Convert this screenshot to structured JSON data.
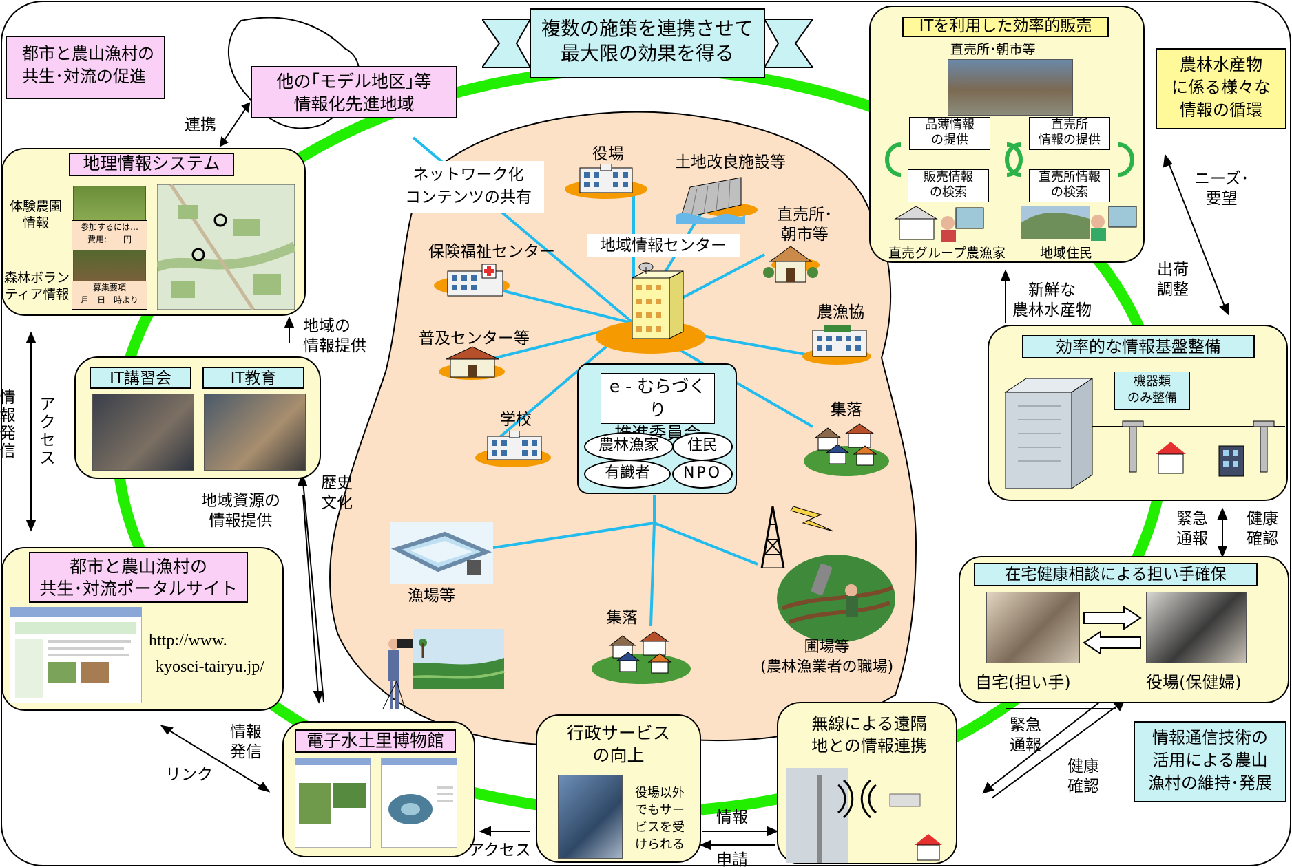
{
  "banner": [
    "複数の施策を連携させて",
    "最大限の効果を得る"
  ],
  "corner_boxes": {
    "top_left": [
      "都市と農山漁村の",
      "共生･対流の促進"
    ],
    "top_right": [
      "農林水産物",
      "に係る様々な",
      "情報の循環"
    ],
    "bottom_right": [
      "情報通信技術の",
      "活用による農山",
      "漁村の維持･発展"
    ]
  },
  "model_district": [
    "他の｢モデル地区｣等",
    "情報化先進地域"
  ],
  "renkei": "連携",
  "gis": {
    "title": "地理情報システム",
    "label1": [
      "体験農園",
      "情報"
    ],
    "label2": [
      "森林ボラン",
      "ティア情報"
    ],
    "note1": [
      "参加するには…",
      "費用:　　円"
    ],
    "note2": [
      "募集要項",
      "月　日　時より"
    ]
  },
  "regional_info": [
    "地域の",
    "情報提供"
  ],
  "it": {
    "kosyu": "IT講習会",
    "kyoiku": "IT教育"
  },
  "left_vertical": {
    "jouhou": "情報発信",
    "access": "アクセス"
  },
  "rekishi": [
    "歴史",
    "文化"
  ],
  "chiiki_shigen": [
    "地域資源の",
    "情報提供"
  ],
  "portal": {
    "title": [
      "都市と農山漁村の",
      "共生･対流ポータルサイト"
    ],
    "url": [
      "http://www.",
      "kyosei-tairyu.jp/"
    ]
  },
  "hakubutsukan": "電子水土里博物館",
  "link_labels": {
    "info": [
      "情報",
      "発信"
    ],
    "link": "リンク"
  },
  "gyosei": {
    "title": [
      "行政サービス",
      "の向上"
    ],
    "desc": [
      "役場以外",
      "でもサー",
      "ビスを受",
      "けられる"
    ]
  },
  "bottom_arrows": {
    "access": "アクセス",
    "info": "情報",
    "shinsei": "申請"
  },
  "musen": [
    "無線による遠隔",
    "地との情報連携"
  ],
  "kinkyu_bottom": [
    "緊急",
    "通報"
  ],
  "kenko_bottom": [
    "健康",
    "確認"
  ],
  "zaitaku": {
    "title": "在宅健康相談による担い手確保",
    "home": "自宅(担い手)",
    "office": "役場(保健婦)"
  },
  "kinkyu_right": [
    "緊急",
    "通報"
  ],
  "kenko_right": [
    "健康",
    "確認"
  ],
  "kiban": {
    "title": "効率的な情報基盤整備",
    "equip": [
      "機器類",
      "のみ整備"
    ]
  },
  "shinsen": [
    "新鮮な",
    "農林水産物"
  ],
  "shukka": [
    "出荷",
    "調整"
  ],
  "needs": [
    "ニーズ･",
    "要望"
  ],
  "it_sales": {
    "title": "ITを利用した効率的販売",
    "chokubai": "直売所･朝市等",
    "b1": [
      "品薄情報",
      "の提供"
    ],
    "b2": [
      "直売所",
      "情報の提供"
    ],
    "b3": [
      "販売情報",
      "の検索"
    ],
    "b4": [
      "直売所情報",
      "の検索"
    ],
    "group": "直売グループ農漁家",
    "residents": "地域住民"
  },
  "center": {
    "network": [
      "ネットワーク化",
      "コンテンツの共有"
    ],
    "yakuba": "役場",
    "tochi": "土地改良施設等",
    "chokubai": [
      "直売所･",
      "朝市等"
    ],
    "hoken": "保険福祉センター",
    "chiiki_center": "地域情報センター",
    "nougyo": "農漁協",
    "fukyu": "普及センター等",
    "gakko": "学校",
    "shuraku1": "集落",
    "gyojo": "漁場等",
    "shuraku2": "集落",
    "hojo": [
      "圃場等",
      "(農林漁業者の職場)"
    ]
  },
  "committee": {
    "title": [
      "e - むらづくり",
      "推進委員会"
    ],
    "members": [
      "農林漁家",
      "住民",
      "有識者",
      "NPO"
    ]
  },
  "colors": {
    "ring": "#22ee00",
    "land": "#fde1c6",
    "network": "#22bbee",
    "hub": "#f59a00",
    "cream": "#fdfbcd",
    "pink": "#fbd0f7",
    "yellow": "#fff99a",
    "cyan": "#c9f2f5"
  }
}
